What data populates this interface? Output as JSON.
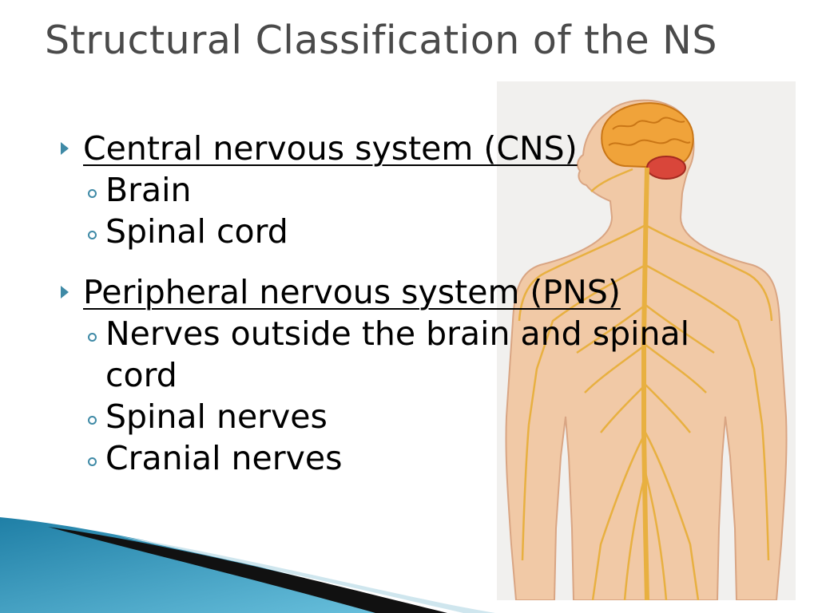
{
  "slide": {
    "title": "Structural Classification of the NS",
    "items": [
      {
        "heading": "Central nervous system (CNS)",
        "subitems": [
          "Brain",
          "Spinal cord"
        ]
      },
      {
        "heading": "Peripheral nervous system (PNS)",
        "subitems": [
          "Nerves outside the brain and spinal cord",
          "Spinal nerves",
          "Cranial nerves"
        ]
      }
    ]
  },
  "colors": {
    "title": "#4a4a4a",
    "bullet": "#3f8aa6",
    "nerve": "#e8b040",
    "skin": "#f1c9a6",
    "decoration": "#2f8fb3"
  }
}
